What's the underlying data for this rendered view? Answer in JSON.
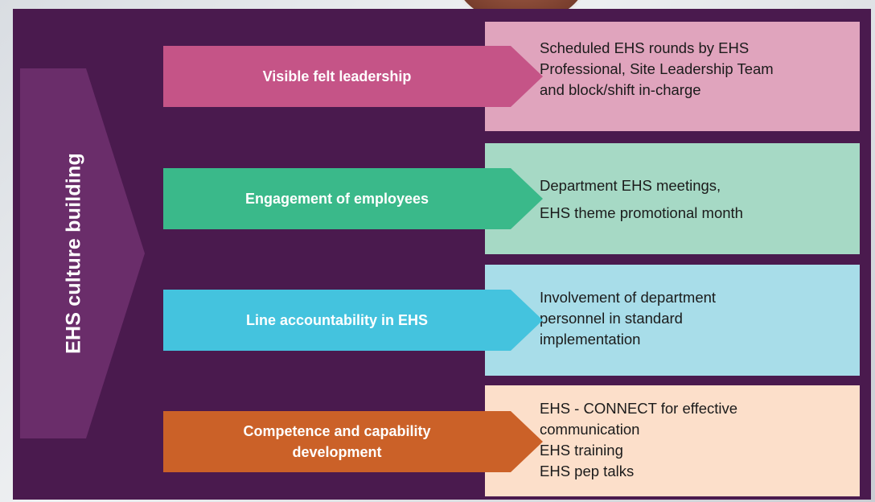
{
  "diagram": {
    "title": "EHS culture building",
    "rows": [
      {
        "label": "Visible felt leadership",
        "chevron_color": "#c55487",
        "box_color": "#e0a4bd",
        "lines": [
          "Scheduled EHS rounds by EHS",
          "Professional, Site Leadership Team",
          "and block/shift in-charge"
        ]
      },
      {
        "label": "Engagement of employees",
        "chevron_color": "#3ab98a",
        "box_color": "#a6d9c5",
        "lines": [
          "Department EHS meetings,",
          "EHS theme promotional month"
        ]
      },
      {
        "label": "Line accountability in EHS",
        "chevron_color": "#44c3de",
        "box_color": "#a8dde9",
        "lines": [
          "Involvement of department",
          "personnel in standard",
          "implementation"
        ]
      },
      {
        "label": "Competence and capability development",
        "chevron_color": "#cb6128",
        "box_color": "#fcdfca",
        "lines": [
          "EHS - CONNECT for effective",
          "communication",
          "EHS training",
          "EHS pep talks"
        ]
      }
    ]
  },
  "colors": {
    "panel": "#4a1a4e",
    "big_chevron": "#6a2d6a"
  }
}
